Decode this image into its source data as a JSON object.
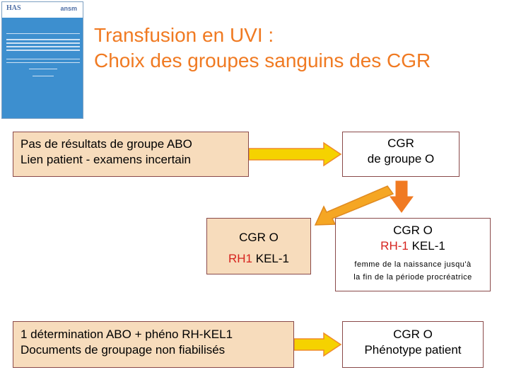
{
  "thumbnail": {
    "logo_left": "HAS",
    "logo_right": "ansm"
  },
  "title": {
    "line1": "Transfusion en UVI :",
    "line2": "Choix des groupes sanguins des CGR"
  },
  "boxes": {
    "no_abo": {
      "line1": "Pas de résultats de groupe ABO",
      "line2": "Lien patient - examens incertain"
    },
    "cgr_o_top": {
      "line1": "CGR",
      "line2": "de groupe O"
    },
    "cgr_rh1": {
      "line1": "CGR O",
      "rh": "RH1",
      "kel": " KEL-1"
    },
    "cgr_rh_neg": {
      "line1": "CGR O",
      "rh": "RH-1",
      "kel": " KEL-1",
      "note1": "femme de la naissance jusqu'à",
      "note2": "la fin de la période procréatrice"
    },
    "one_det": {
      "line1": "1 détermination ABO + phéno RH-KEL1",
      "line2": "Documents de groupage non fiabilisés"
    },
    "phenotype": {
      "line1": "CGR O",
      "line2": "Phénotype patient"
    }
  },
  "colors": {
    "title": "#f07a22",
    "box_fill": "#f7dcbc",
    "box_border": "#8a4a4a",
    "rh_red": "#d6231e",
    "arrow_yellow": "#f5d200",
    "arrow_orange": "#f07a22",
    "arrow_diag": "#f5a623"
  }
}
